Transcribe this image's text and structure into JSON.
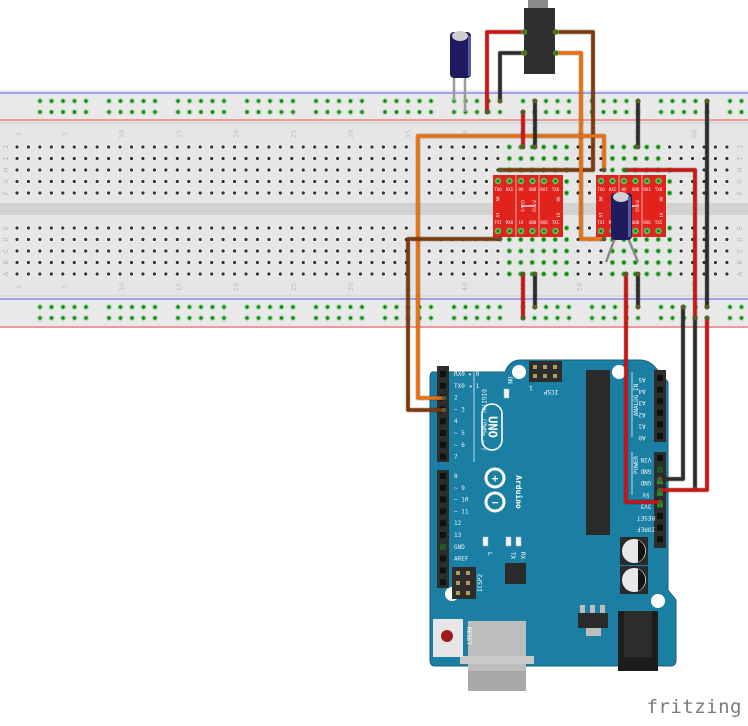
{
  "app": "fritzing",
  "watermark": "fritzing",
  "breadboard": {
    "columns": 63,
    "row_labels_top": [
      "J",
      "I",
      "H",
      "G",
      "F"
    ],
    "row_labels_bottom": [
      "E",
      "D",
      "C",
      "B",
      "A"
    ],
    "column_number_labels": [
      "1",
      "5",
      "10",
      "15",
      "20",
      "25",
      "30",
      "35",
      "40",
      "45",
      "50",
      "55",
      "60"
    ]
  },
  "level_shifters": [
    {
      "name": "level-shifter-1",
      "top_pins": [
        "TXO",
        "RXI",
        "HV",
        "GND",
        "RXI",
        "TXO"
      ],
      "bottom_pins": [
        "TXI",
        "RXO",
        "LV",
        "GND",
        "RXO",
        "TXI"
      ],
      "side_labels": [
        "HV",
        "LV",
        "HV",
        "LV"
      ],
      "channel_labels": [
        "Chan1",
        "Chan2"
      ]
    },
    {
      "name": "level-shifter-2",
      "top_pins": [
        "TXO",
        "RXI",
        "HV",
        "GND",
        "RXI",
        "TXO"
      ],
      "bottom_pins": [
        "TXI",
        "RXO",
        "LV",
        "GND",
        "RXO",
        "TXI"
      ],
      "side_labels": [
        "HV",
        "LV",
        "HV",
        "LV"
      ],
      "channel_labels": [
        "Chan1",
        "Chan2"
      ]
    }
  ],
  "arduino": {
    "model": "UNO",
    "brand": "Arduino",
    "digital_header_label": "DIGITAL (PWM= ~ )",
    "digital_pins_top": [
      "RX0 ▸ 0",
      "TX0 ◂ 1",
      "2",
      "~ 3",
      "4",
      "~ 5",
      "~ 6",
      "7"
    ],
    "digital_pins_bottom": [
      "8",
      "~ 9",
      "~ 10",
      "~ 11",
      "12",
      "13",
      "GND",
      "AREF"
    ],
    "analog_header_label": "ANALOG IN",
    "analog_pins": [
      "A5",
      "A4",
      "A3",
      "A2",
      "A1",
      "A0"
    ],
    "power_header_label": "POWER",
    "power_pins": [
      "VIN",
      "GND",
      "GND",
      "5V",
      "3V3",
      "RESET",
      "IOREF",
      ""
    ],
    "icsp_label": "ICSP",
    "icsp_pin1_label": "1",
    "icsp2_label": "ICSP2",
    "on_led_label": "ON",
    "led_labels": [
      "L",
      "TX",
      "RX"
    ],
    "reset_label": "RESET"
  },
  "components": {
    "audio_jack": "3.5mm audio jack",
    "capacitor_1": "electrolytic capacitor",
    "capacitor_2": "electrolytic capacitor"
  },
  "wire_colors": {
    "red": "#cc1414",
    "black": "#2b2b2b",
    "orange": "#e8700f",
    "brown": "#7a3a0e"
  },
  "colors": {
    "board_teal": "#1b7fa3",
    "breakout_red": "#e0241d",
    "breadboard": "#dcdcdc",
    "rail_red": "#e85050",
    "rail_blue": "#5a5ae6",
    "hole_green": "#2fb52f"
  }
}
